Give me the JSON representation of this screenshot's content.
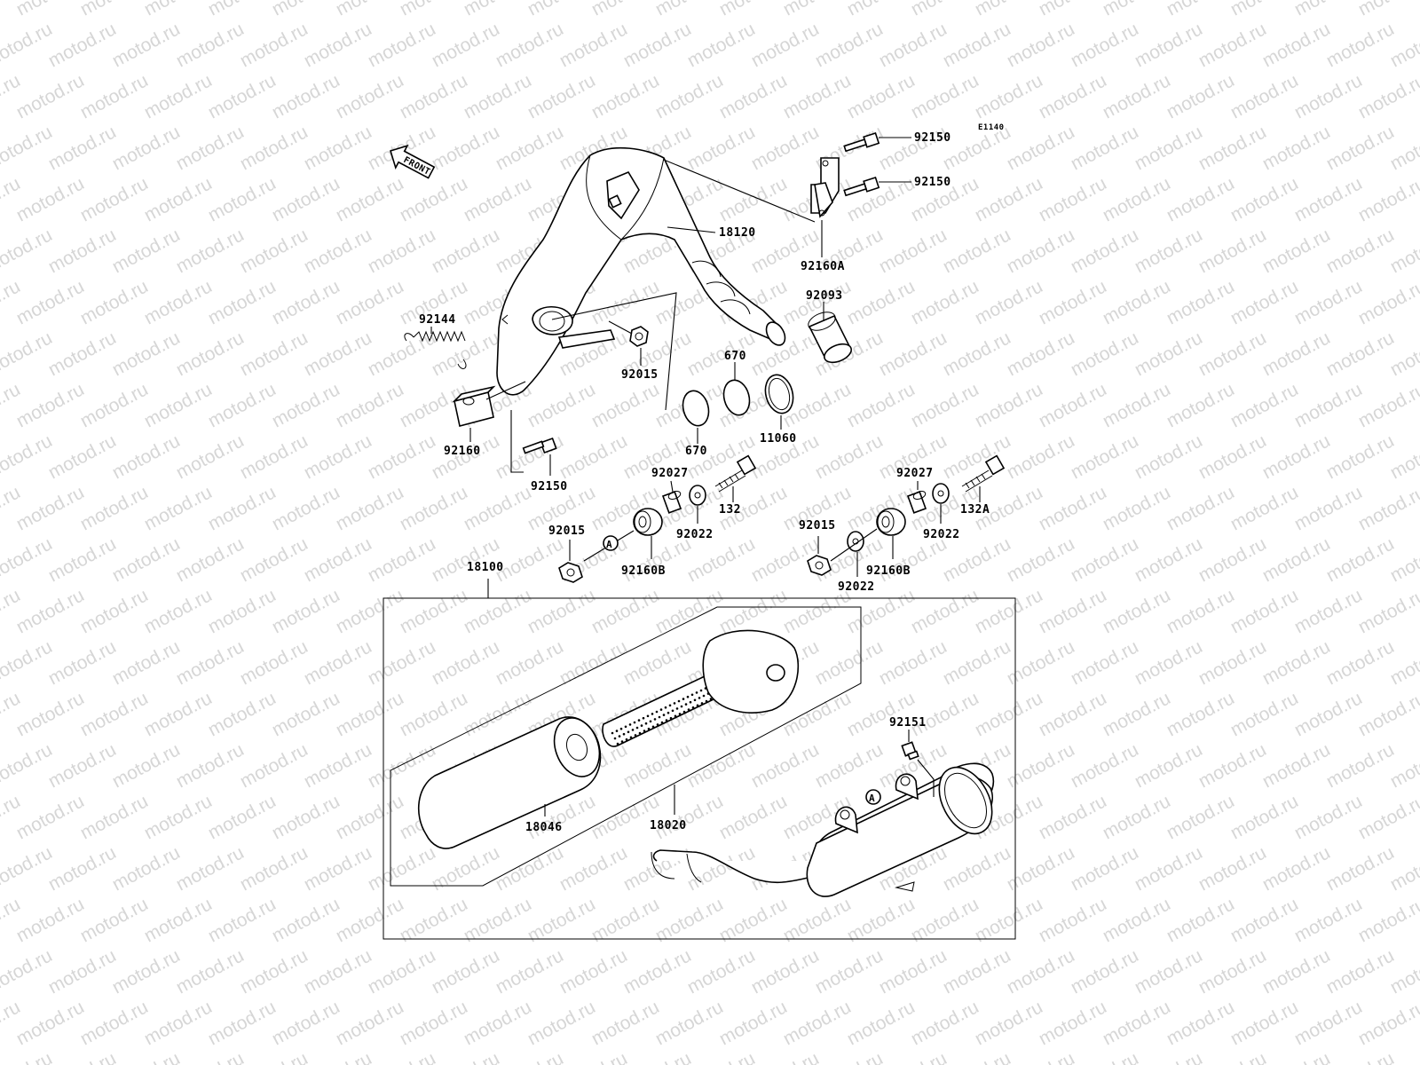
{
  "diagram": {
    "code": "E1140",
    "direction_label": "FRONT",
    "ref_marker": "A",
    "watermark": "motod.ru"
  },
  "labels": {
    "l92150a": "92150",
    "l92150b": "92150",
    "l18120": "18120",
    "l92160A": "92160A",
    "l92093": "92093",
    "l92144": "92144",
    "l92015a": "92015",
    "l670a": "670",
    "l670b": "670",
    "l11060": "11060",
    "l92160": "92160",
    "l92150c": "92150",
    "l92027a": "92027",
    "l132": "132",
    "l92022a": "92022",
    "l92015b": "92015",
    "l92160Ba": "92160B",
    "l92027b": "92027",
    "l132A": "132A",
    "l92022b": "92022",
    "l92015c": "92015",
    "l92160Bb": "92160B",
    "l92022c": "92022",
    "l18100": "18100",
    "l92151": "92151",
    "l18046": "18046",
    "l18020": "18020"
  }
}
